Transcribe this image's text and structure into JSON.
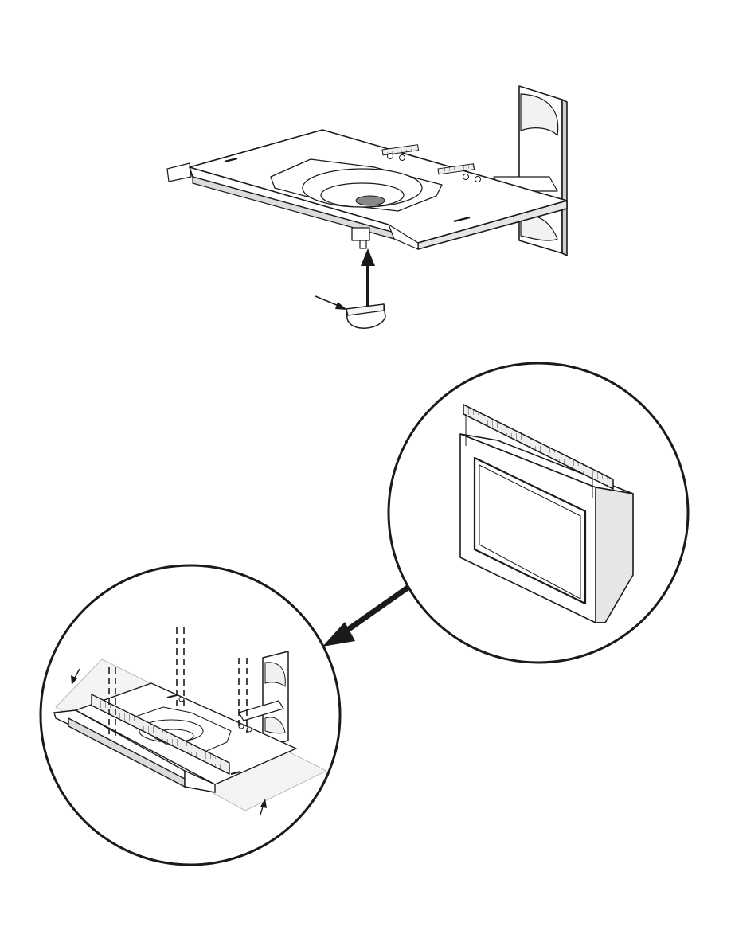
{
  "figures": {
    "top": {
      "parts": [
        "wall-plate",
        "mounting-shelf",
        "center-post",
        "end-cap"
      ]
    },
    "right_detail": {
      "parts": [
        "measuring-ruler",
        "monitor"
      ]
    },
    "left_detail": {
      "parts": [
        "wall-plate",
        "mounting-shelf",
        "measuring-ruler",
        "front-lip"
      ]
    }
  },
  "colors": {
    "line": "#1a1a1a",
    "fill": "#ffffff",
    "shade": "#dddddd",
    "ruler": "#e8e8e8"
  },
  "arrows": [
    "up-arrow",
    "pointer-arrow",
    "detail-link-arrow"
  ]
}
